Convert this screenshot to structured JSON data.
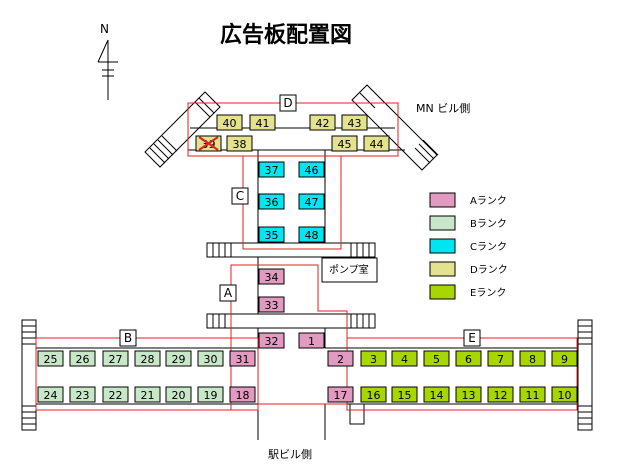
{
  "title": "広告板配置図",
  "compass": "N",
  "labels": {
    "mn": "MN ビル側",
    "station": "駅ビル側",
    "pump": "ポンプ室"
  },
  "zones": {
    "A": "A",
    "B": "B",
    "C": "C",
    "D": "D",
    "E": "E"
  },
  "colors": {
    "A": "#e39ac0",
    "B": "#c8e6c8",
    "C": "#00e6f0",
    "D": "#e3e38f",
    "E": "#a8d600",
    "route": "#e02020",
    "cross": "#e02020"
  },
  "legend": [
    {
      "rank": "A",
      "label": "Aランク"
    },
    {
      "rank": "B",
      "label": "Bランク"
    },
    {
      "rank": "C",
      "label": "Cランク"
    },
    {
      "rank": "D",
      "label": "Dランク"
    },
    {
      "rank": "E",
      "label": "Eランク"
    }
  ],
  "boards": [
    {
      "id": "40",
      "rank": "D"
    },
    {
      "id": "41",
      "rank": "D"
    },
    {
      "id": "42",
      "rank": "D"
    },
    {
      "id": "43",
      "rank": "D"
    },
    {
      "id": "39",
      "rank": "D",
      "crossed": true
    },
    {
      "id": "38",
      "rank": "D"
    },
    {
      "id": "45",
      "rank": "D"
    },
    {
      "id": "44",
      "rank": "D"
    },
    {
      "id": "37",
      "rank": "C"
    },
    {
      "id": "46",
      "rank": "C"
    },
    {
      "id": "36",
      "rank": "C"
    },
    {
      "id": "47",
      "rank": "C"
    },
    {
      "id": "35",
      "rank": "C"
    },
    {
      "id": "48",
      "rank": "C"
    },
    {
      "id": "34",
      "rank": "A"
    },
    {
      "id": "33",
      "rank": "A"
    },
    {
      "id": "32",
      "rank": "A"
    },
    {
      "id": "1",
      "rank": "A"
    },
    {
      "id": "31",
      "rank": "A"
    },
    {
      "id": "2",
      "rank": "A"
    },
    {
      "id": "18",
      "rank": "A"
    },
    {
      "id": "17",
      "rank": "A"
    },
    {
      "id": "25",
      "rank": "B"
    },
    {
      "id": "26",
      "rank": "B"
    },
    {
      "id": "27",
      "rank": "B"
    },
    {
      "id": "28",
      "rank": "B"
    },
    {
      "id": "29",
      "rank": "B"
    },
    {
      "id": "30",
      "rank": "B"
    },
    {
      "id": "24",
      "rank": "B"
    },
    {
      "id": "23",
      "rank": "B"
    },
    {
      "id": "22",
      "rank": "B"
    },
    {
      "id": "21",
      "rank": "B"
    },
    {
      "id": "20",
      "rank": "B"
    },
    {
      "id": "19",
      "rank": "B"
    },
    {
      "id": "3",
      "rank": "E"
    },
    {
      "id": "4",
      "rank": "E"
    },
    {
      "id": "5",
      "rank": "E"
    },
    {
      "id": "6",
      "rank": "E"
    },
    {
      "id": "7",
      "rank": "E"
    },
    {
      "id": "8",
      "rank": "E"
    },
    {
      "id": "9",
      "rank": "E"
    },
    {
      "id": "16",
      "rank": "E"
    },
    {
      "id": "15",
      "rank": "E"
    },
    {
      "id": "14",
      "rank": "E"
    },
    {
      "id": "13",
      "rank": "E"
    },
    {
      "id": "12",
      "rank": "E"
    },
    {
      "id": "11",
      "rank": "E"
    },
    {
      "id": "10",
      "rank": "E"
    }
  ]
}
